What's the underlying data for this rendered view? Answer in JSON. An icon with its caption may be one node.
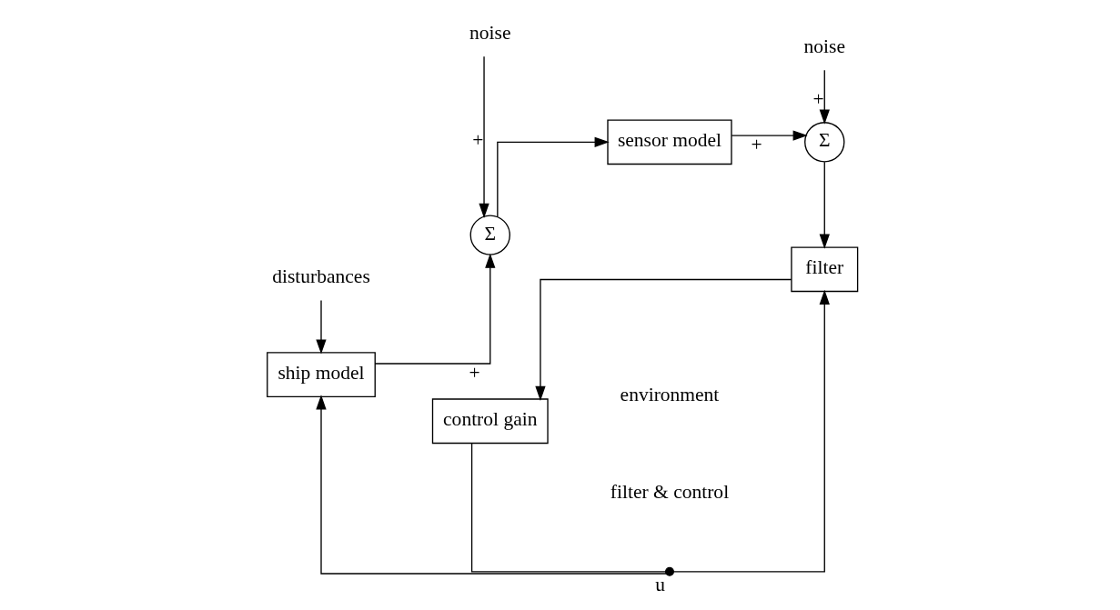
{
  "diagram": {
    "nodes": [
      {
        "text": [
          "disturbances"
        ]
      },
      {
        "text": [
          "noise"
        ]
      },
      {
        "text": [
          "noise"
        ]
      },
      {
        "text": [
          "ship model"
        ]
      },
      {
        "text": [
          "Σ"
        ]
      },
      {
        "text": [
          "sensor model"
        ]
      },
      {
        "text": [
          "Σ"
        ]
      },
      {
        "text": [
          "control gain"
        ]
      },
      {
        "text": [
          "filter"
        ]
      },
      {
        "text": [],
        "shape": "dot",
        "beside": [
          "u"
        ]
      }
    ],
    "edges": [
      {
        "from": 0,
        "to": 3,
        "arrow": "to"
      },
      {
        "from": 1,
        "to": 4,
        "arrow": "to",
        "label": "+"
      },
      {
        "from": 2,
        "to": 6,
        "arrow": "to",
        "label": "+"
      },
      {
        "from": 3,
        "to": 4,
        "arrow": "to",
        "label": "+"
      },
      {
        "from": 4,
        "to": 5,
        "arrow": "to"
      },
      {
        "from": 5,
        "to": 6,
        "arrow": "to",
        "label": "+"
      },
      {
        "from": 6,
        "to": 8,
        "arrow": "to"
      },
      {
        "from": 8,
        "to": 7,
        "arrow": "to"
      },
      {
        "from": 7,
        "to": 9,
        "arrow": "none"
      },
      {
        "from": 9,
        "to": 3,
        "arrow": "to"
      },
      {
        "from": 9,
        "to": 8,
        "arrow": "to"
      }
    ],
    "labels": [
      "environment",
      "filter & control"
    ]
  }
}
